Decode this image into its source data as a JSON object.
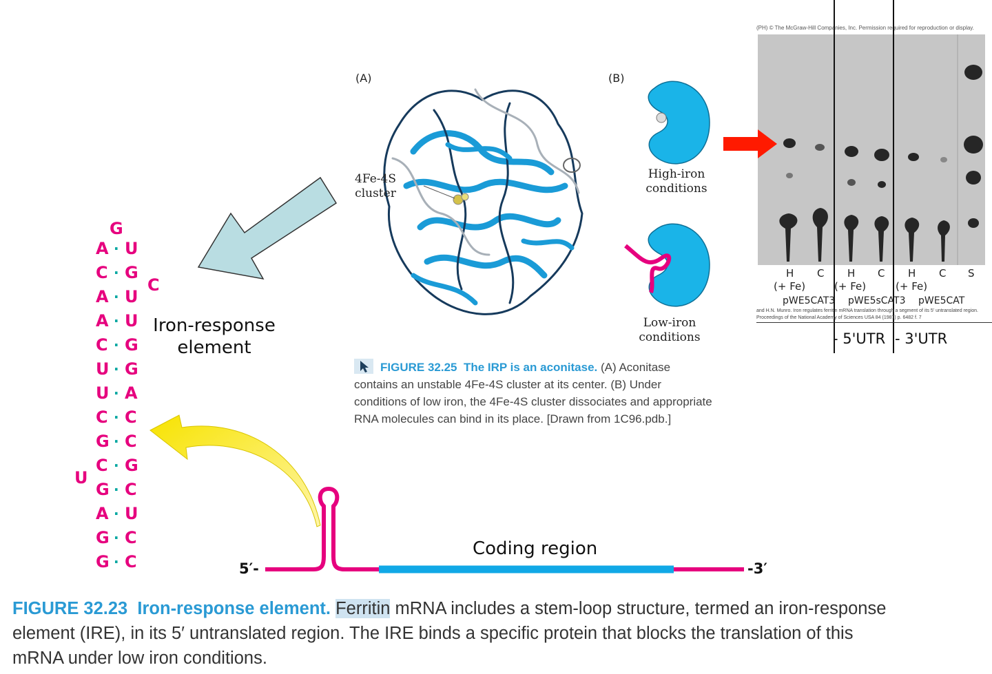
{
  "ire": {
    "loop_top": "G",
    "pairs": [
      {
        "left": "A",
        "bond": "·",
        "right": "U"
      },
      {
        "left": "C",
        "bond": "·",
        "right": "G"
      },
      {
        "left": "A",
        "bond": "·",
        "right": "U"
      },
      {
        "left": "A",
        "bond": "·",
        "right": "U"
      },
      {
        "left": "C",
        "bond": "·",
        "right": "G"
      },
      {
        "left": "U",
        "bond": "·",
        "right": "G"
      },
      {
        "left": "U",
        "bond": "·",
        "right": "A"
      },
      {
        "left": "C",
        "bond": "·",
        "right": "C"
      },
      {
        "left": "G",
        "bond": "·",
        "right": "C"
      },
      {
        "left": "C",
        "bond": "·",
        "right": "G"
      },
      {
        "left": "G",
        "bond": "·",
        "right": "C"
      },
      {
        "left": "A",
        "bond": "·",
        "right": "U"
      },
      {
        "left": "G",
        "bond": "·",
        "right": "C"
      },
      {
        "left": "G",
        "bond": "·",
        "right": "C"
      }
    ],
    "bulge_right": "C",
    "bulge_left": "U",
    "label": "Iron-response element"
  },
  "fig25": {
    "panel_a": "(A)",
    "panel_b": "(B)",
    "cluster_label": "4Fe-4S cluster",
    "high_iron": "High-iron conditions",
    "low_iron": "Low-iron conditions",
    "caption_fig": "FIGURE 32.25",
    "caption_title": "The IRP is an aconitase.",
    "caption_body": "(A) Aconitase contains an unstable 4Fe-4S cluster at its center. (B) Under conditions of low iron, the 4Fe-4S cluster dissociates and appropriate RNA molecules can bind in its place. [Drawn from 1C96.pdb.]",
    "colors": {
      "protein": "#1a9bd7",
      "rna": "#e6007e",
      "arrow_blue": "#b9dde2"
    }
  },
  "gel": {
    "copyright": "(PH) © The McGraw-Hill Companies, Inc. Permission required for reproduction or display.",
    "lanes": [
      "H",
      "C",
      "H",
      "C",
      "H",
      "C",
      "S"
    ],
    "fe_labels": [
      "(+ Fe)",
      "(+ Fe)",
      "(+ Fe)"
    ],
    "constructs": [
      "pWE5CAT3",
      "pWE5sCAT3",
      "pWE5CAT"
    ],
    "reference": "and H.N. Munro. Iron regulates ferritin mRNA translation through a segment of its 5' untranslated region. Proceedings of the National Academy of Sciences USA 84 (1987) p. 6482 f. 7",
    "utr_5": "- 5'UTR",
    "utr_3": "- 3'UTR",
    "arrow_color": "#ff1a00"
  },
  "mrna": {
    "coding_label": "Coding region",
    "five_prime": "5′-",
    "three_prime": "-3′",
    "colors": {
      "utr": "#e6007e",
      "coding": "#11a8e6",
      "arrow_yellow": "#f5e400"
    }
  },
  "fig23": {
    "caption_fig": "FIGURE 32.23",
    "caption_title": "Iron-response element.",
    "highlight_word": "Ferritin",
    "caption_body": " mRNA includes a stem-loop structure, termed an iron-response element (IRE), in its 5′ untranslated region. The IRE binds a specific protein that blocks the translation of this mRNA under low iron conditions."
  }
}
